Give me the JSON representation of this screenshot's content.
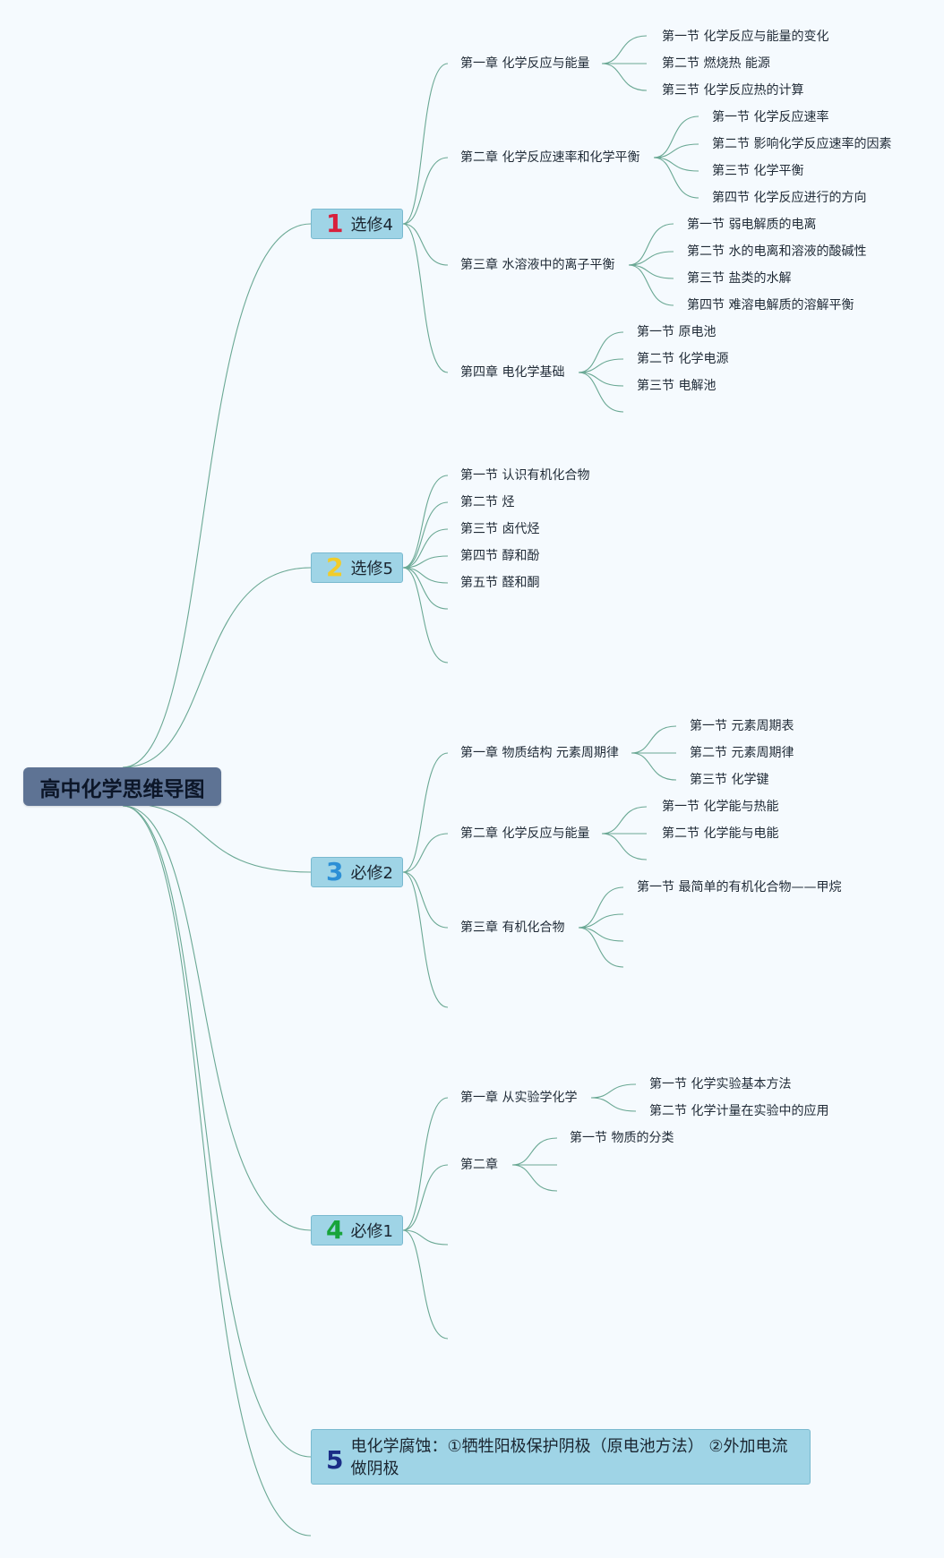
{
  "root": {
    "label": "高中化学思维导图"
  },
  "branches": [
    {
      "num": "1",
      "num_color": "#d8203c",
      "label": "选修4",
      "chapters": [
        {
          "label": "第一章 化学反应与能量",
          "sections": [
            "第一节 化学反应与能量的变化",
            "第二节 燃烧热 能源",
            "第三节 化学反应热的计算"
          ]
        },
        {
          "label": "第二章 化学反应速率和化学平衡",
          "sections": [
            "第一节 化学反应速率",
            "第二节 影响化学反应速率的因素",
            "第三节 化学平衡",
            "第四节 化学反应进行的方向"
          ]
        },
        {
          "label": "第三章 水溶液中的离子平衡",
          "sections": [
            "第一节 弱电解质的电离",
            "第二节 水的电离和溶液的酸碱性",
            "第三节 盐类的水解",
            "第四节 难溶电解质的溶解平衡"
          ]
        },
        {
          "label": "第四章 电化学基础",
          "sections": [
            "第一节 原电池",
            "第二节 化学电源",
            "第三节 电解池"
          ]
        }
      ]
    },
    {
      "num": "2",
      "num_color": "#f1cc2a",
      "label": "选修5",
      "chapters": [
        {
          "label": "第一节 认识有机化合物",
          "sections": []
        },
        {
          "label": "第二节 烃",
          "sections": []
        },
        {
          "label": "第三节 卤代烃",
          "sections": []
        },
        {
          "label": "第四节 醇和酚",
          "sections": []
        },
        {
          "label": "第五节 醛和酮",
          "sections": []
        }
      ]
    },
    {
      "num": "3",
      "num_color": "#2c8fd6",
      "label": "必修2",
      "chapters": [
        {
          "label": "第一章 物质结构 元素周期律",
          "sections": [
            "第一节 元素周期表",
            "第二节 元素周期律",
            "第三节 化学键"
          ]
        },
        {
          "label": "第二章 化学反应与能量",
          "sections": [
            "第一节 化学能与热能",
            "第二节 化学能与电能"
          ]
        },
        {
          "label": "第三章 有机化合物",
          "sections": [
            "第一节 最简单的有机化合物——甲烷"
          ]
        }
      ]
    },
    {
      "num": "4",
      "num_color": "#17a43a",
      "label": "必修1",
      "chapters": [
        {
          "label": "第一章 从实验学化学",
          "sections": [
            "第一节 化学实验基本方法",
            "第二节 化学计量在实验中的应用"
          ]
        },
        {
          "label": "第二章",
          "sections": [
            "第一节 物质的分类"
          ]
        }
      ]
    },
    {
      "num": "5",
      "num_color": "#1b2d86",
      "label_line1": "电化学腐蚀：①牺牲阳极保护阴极（原电池方法） ②外加电流",
      "label_line2": "做阴极"
    }
  ]
}
